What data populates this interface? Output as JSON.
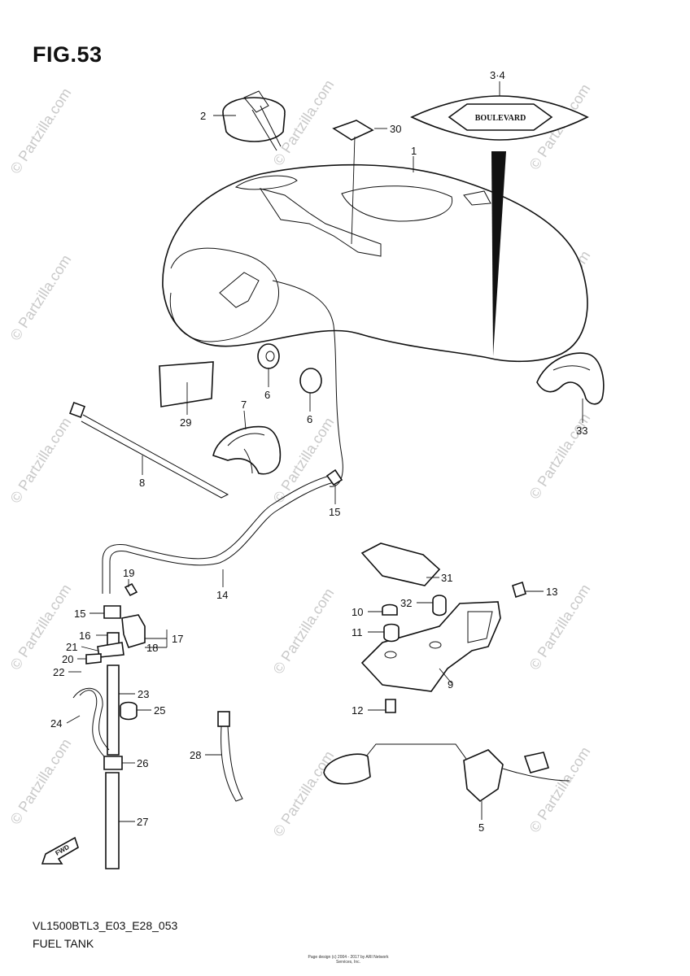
{
  "figure": {
    "title": "FIG.53",
    "model_code": "VL1500BTL3_E03_E28_053",
    "name": "FUEL TANK",
    "copyright": "Page design (c) 2004 - 2017 by ARI Network Services, Inc.",
    "watermark": "© Partzilla.com",
    "emblem_text": "BOULEVARD",
    "direction_label": "FWD"
  },
  "callouts": [
    "3·4",
    "2",
    "30",
    "1",
    "6",
    "6",
    "29",
    "7",
    "33",
    "8",
    "15",
    "14",
    "19",
    "15",
    "16",
    "17",
    "18",
    "21",
    "20",
    "22",
    "23",
    "25",
    "24",
    "26",
    "27",
    "28",
    "31",
    "32",
    "10",
    "11",
    "13",
    "9",
    "12",
    "5"
  ]
}
